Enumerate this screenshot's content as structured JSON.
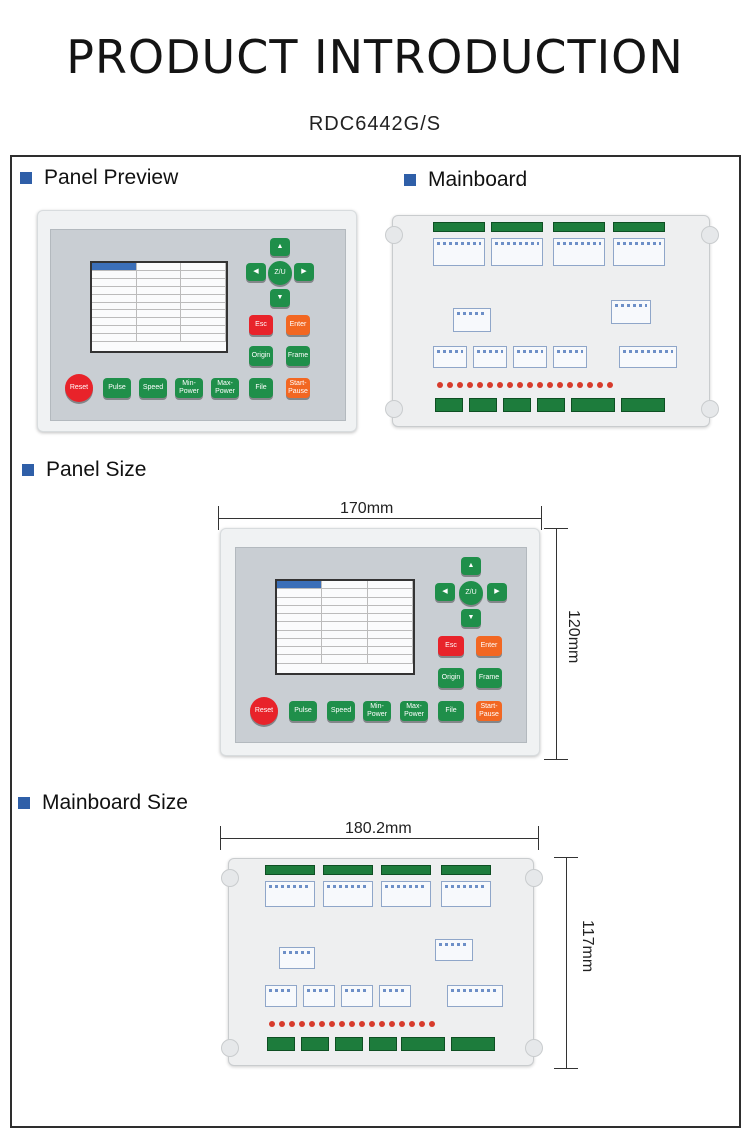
{
  "header": {
    "title": "PRODUCT INTRODUCTION",
    "model": "RDC6442G/S"
  },
  "sections": {
    "panel_preview": "Panel Preview",
    "mainboard": "Mainboard",
    "panel_size": "Panel Size",
    "mainboard_size": "Mainboard Size"
  },
  "dimensions": {
    "panel_width": "170mm",
    "panel_height": "120mm",
    "board_width": "180.2mm",
    "board_height": "117mm"
  },
  "panel_buttons": {
    "reset": "Reset",
    "pulse": "Pulse",
    "speed": "Speed",
    "min_power": "Min-Power",
    "max_power": "Max-Power",
    "file": "File",
    "start_pause": "Start-Pause",
    "esc": "Esc",
    "enter": "Enter",
    "origin": "Origin",
    "frame": "Frame",
    "zu": "Z/U"
  },
  "colors": {
    "accent_blue": "#2f5fa8",
    "button_green": "#1f8f4a",
    "button_orange": "#f26722",
    "button_red": "#e8232a",
    "border": "#2e2e2e"
  },
  "icons": {
    "section_marker": "square-icon",
    "arrow_up": "arrow-up-icon",
    "arrow_down": "arrow-down-icon",
    "arrow_left": "arrow-left-icon",
    "arrow_right": "arrow-right-icon"
  }
}
